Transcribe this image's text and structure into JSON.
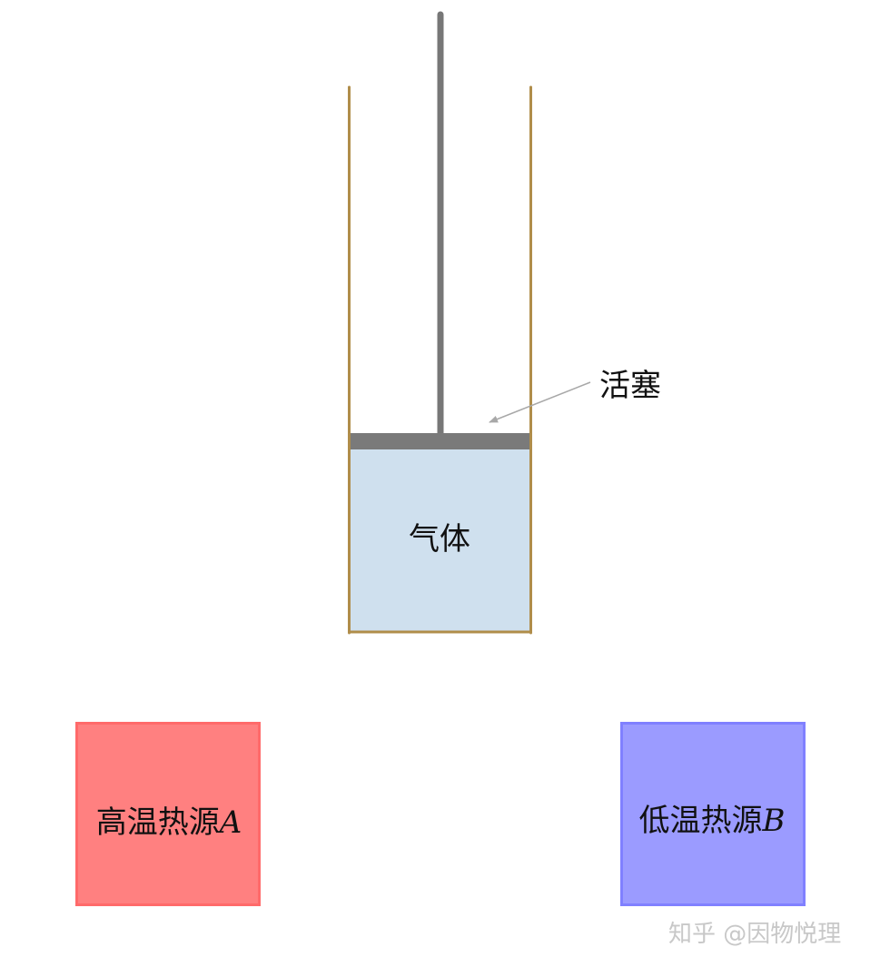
{
  "diagram": {
    "labels": {
      "piston": "活塞",
      "gas": "气体",
      "hot_source_text": "高温热源",
      "hot_source_var": "A",
      "cold_source_text": "低温热源",
      "cold_source_var": "B"
    },
    "colors": {
      "cylinder_wall": "#b08d4a",
      "gas_fill": "#cfe0ee",
      "piston": "#7a7a7a",
      "rod": "#777777",
      "arrow": "#a8a8a8",
      "hot_source_fill": "#ff8080",
      "hot_source_border": "#ff6a6a",
      "cold_source_fill": "#9b9bff",
      "cold_source_border": "#8080ff"
    }
  },
  "watermark": "知乎 @因物悦理"
}
